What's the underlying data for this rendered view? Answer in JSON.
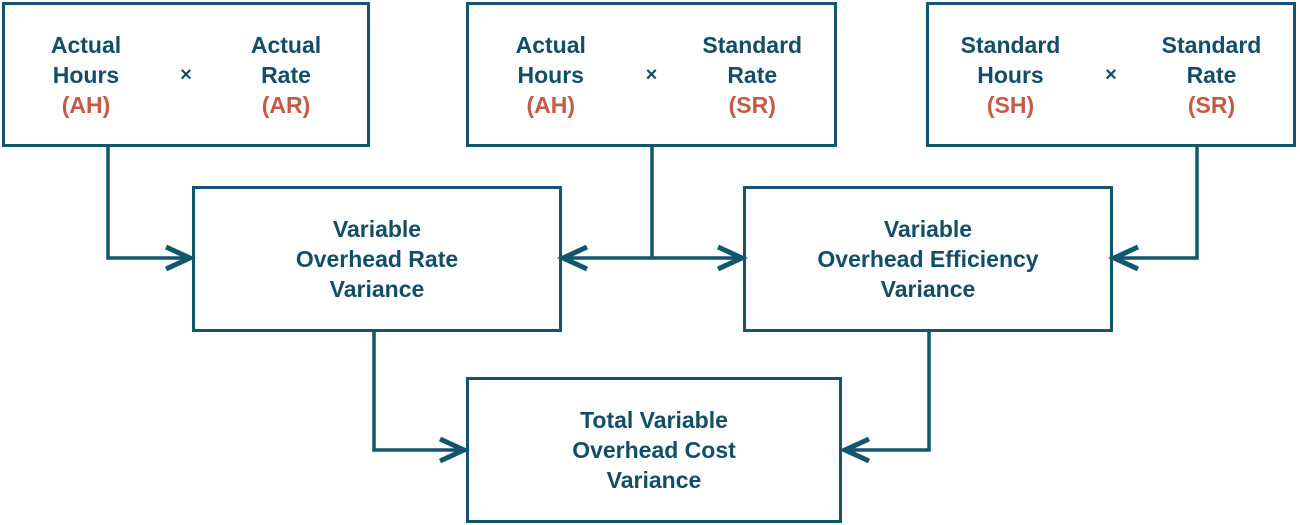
{
  "colors": {
    "teal_text": "#134e68",
    "orange_text": "#c55b45",
    "line": "#11566d",
    "background": "#ffffff"
  },
  "top_boxes": [
    {
      "left_term": "Actual\nHours",
      "left_abbr": "(AH)",
      "operator": "×",
      "right_term": "Actual\nRate",
      "right_abbr": "(AR)"
    },
    {
      "left_term": "Actual\nHours",
      "left_abbr": "(AH)",
      "operator": "×",
      "right_term": "Standard\nRate",
      "right_abbr": "(SR)"
    },
    {
      "left_term": "Standard\nHours",
      "left_abbr": "(SH)",
      "operator": "×",
      "right_term": "Standard\nRate",
      "right_abbr": "(SR)"
    }
  ],
  "variance_boxes": [
    {
      "label": "Variable\nOverhead Rate\nVariance"
    },
    {
      "label": "Variable\nOverhead Efficiency\nVariance"
    }
  ],
  "total_box": {
    "label": "Total Variable\nOverhead Cost\nVariance"
  }
}
